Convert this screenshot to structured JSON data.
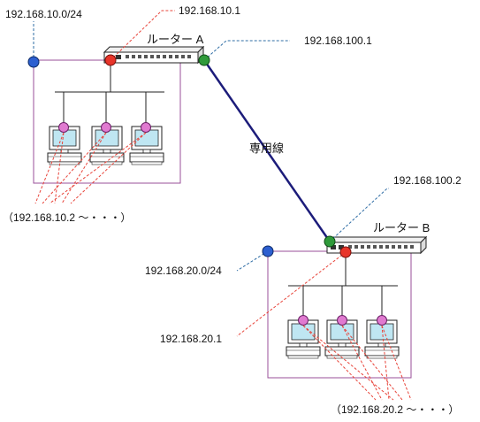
{
  "labels": {
    "lan_a_network": "192.168.10.0/24",
    "router_a_lan_ip": "192.168.10.1",
    "router_a_name": "ルーター A",
    "router_a_wan_ip": "192.168.100.1",
    "leased_line": "専用線",
    "router_b_wan_ip": "192.168.100.2",
    "router_b_name": "ルーター B",
    "lan_b_network": "192.168.20.0/24",
    "router_b_lan_ip": "192.168.20.1",
    "hosts_a": "（192.168.10.2 ～・・・）",
    "hosts_b": "（192.168.20.2 ～・・・）"
  },
  "colors": {
    "lan_box": "#9a4f9a",
    "red_dash": "#e8443a",
    "blue_dash": "#2f6da5",
    "leased_line": "#1c1c7a",
    "pink_node": "#e07ad0",
    "red_node": "#e8352a",
    "green_node": "#2f9a3a",
    "blue_node": "#2d5fd0"
  },
  "icons": [
    "router-icon",
    "pc-icon",
    "interface-dot"
  ]
}
